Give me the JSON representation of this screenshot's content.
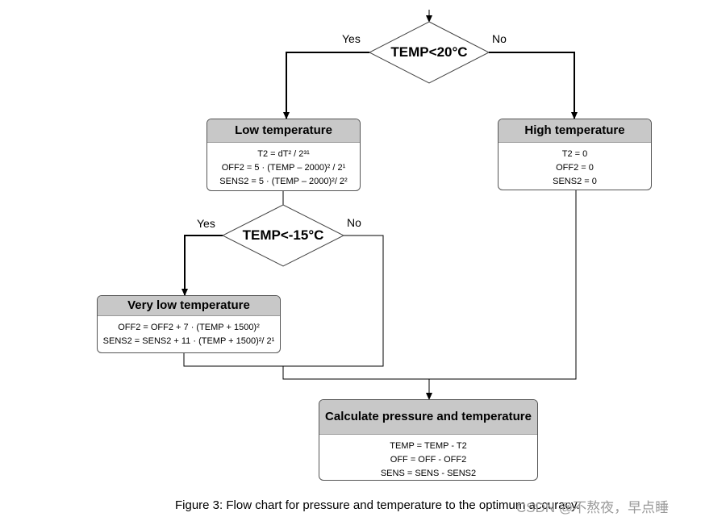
{
  "decisions": {
    "d1": {
      "label": "TEMP<20°C",
      "yes": "Yes",
      "no": "No"
    },
    "d2": {
      "label": "TEMP<-15°C",
      "yes": "Yes",
      "no": "No"
    }
  },
  "boxes": {
    "low": {
      "title": "Low temperature",
      "lines": [
        "T2 = dT² / 2³¹",
        "OFF2 = 5 · (TEMP – 2000)² / 2¹",
        "SENS2 = 5 · (TEMP – 2000)²/ 2²"
      ]
    },
    "high": {
      "title": "High temperature",
      "lines": [
        "T2 = 0",
        "OFF2 = 0",
        "SENS2 = 0"
      ]
    },
    "verylow": {
      "title": "Very low temperature",
      "lines": [
        "OFF2 = OFF2 + 7 · (TEMP + 1500)²",
        "SENS2 = SENS2 + 11 · (TEMP + 1500)²/ 2¹"
      ]
    },
    "calc": {
      "title": "Calculate pressure and temperature",
      "lines": [
        "TEMP = TEMP - T2",
        "OFF = OFF - OFF2",
        "SENS = SENS - SENS2"
      ]
    }
  },
  "caption": "Figure 3: Flow chart for pressure and temperature to the optimum accuracy.",
  "watermark": "CSDN @不熬夜，早点睡"
}
